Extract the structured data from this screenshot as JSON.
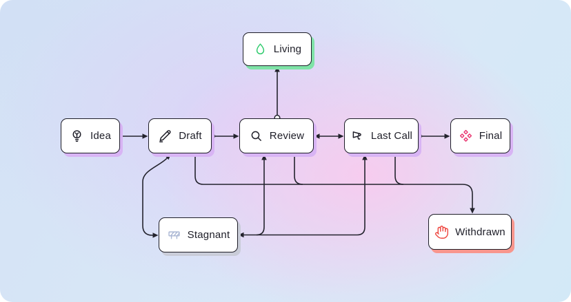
{
  "diagram": {
    "type": "flowchart",
    "line_color": "#23232d",
    "background_colors": {
      "blue": "#d6e6f6",
      "purple": "#decff7",
      "pink": "#f6cdea"
    }
  },
  "nodes": [
    {
      "id": "idea",
      "label": "Idea",
      "icon": "lightbulb-icon",
      "accent": "#d8b4f4",
      "icon_color": "#1d1d27"
    },
    {
      "id": "draft",
      "label": "Draft",
      "icon": "pencil-icon",
      "accent": "#d8b4f4",
      "icon_color": "#1d1d27"
    },
    {
      "id": "review",
      "label": "Review",
      "icon": "magnifier-icon",
      "accent": "#d8b4f4",
      "icon_color": "#1d1d27"
    },
    {
      "id": "last_call",
      "label": "Last Call",
      "icon": "megaphone-icon",
      "accent": "#d8b4f4",
      "icon_color": "#1d1d27"
    },
    {
      "id": "final",
      "label": "Final",
      "icon": "diamonds-icon",
      "accent": "#d8b4f4",
      "icon_color": "#e8336e"
    },
    {
      "id": "living",
      "label": "Living",
      "icon": "egg-icon",
      "accent": "#7fe3a7",
      "icon_color": "#2fcb6d"
    },
    {
      "id": "stagnant",
      "label": "Stagnant",
      "icon": "barrier-icon",
      "accent": "#c9ccd8",
      "icon_color": "#a9b6d3"
    },
    {
      "id": "withdrawn",
      "label": "Withdrawn",
      "icon": "hand-icon",
      "accent": "#f8968d",
      "icon_color": "#ee453e"
    }
  ],
  "edges": [
    {
      "from": "Idea",
      "to": "Draft",
      "direction": "one-way"
    },
    {
      "from": "Draft",
      "to": "Review",
      "direction": "one-way"
    },
    {
      "from": "Review",
      "to": "Last Call",
      "direction": "two-way"
    },
    {
      "from": "Last Call",
      "to": "Final",
      "direction": "one-way"
    },
    {
      "from": "Review",
      "to": "Living",
      "direction": "one-way"
    },
    {
      "from": "Draft",
      "to": "Withdrawn",
      "direction": "one-way"
    },
    {
      "from": "Review",
      "to": "Withdrawn",
      "direction": "one-way"
    },
    {
      "from": "Last Call",
      "to": "Withdrawn",
      "direction": "one-way"
    },
    {
      "from": "Draft",
      "to": "Stagnant",
      "direction": "two-way"
    },
    {
      "from": "Review",
      "to": "Stagnant",
      "direction": "two-way"
    },
    {
      "from": "Last Call",
      "to": "Stagnant",
      "direction": "two-way"
    }
  ]
}
